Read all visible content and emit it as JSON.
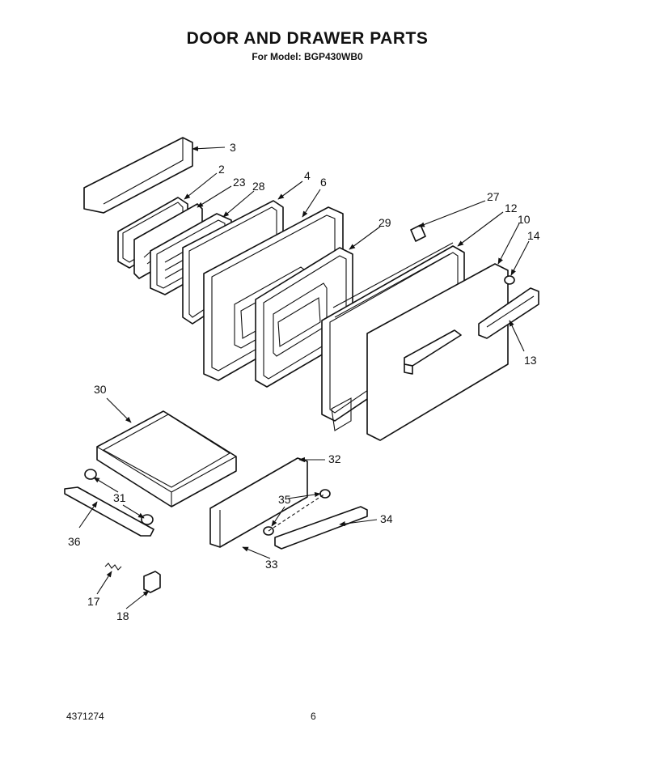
{
  "header": {
    "title": "DOOR AND DRAWER PARTS",
    "subtitle": "For Model: BGP430WB0"
  },
  "footer": {
    "doc_number": "4371274",
    "page": "6"
  },
  "callouts": [
    "3",
    "2",
    "23",
    "28",
    "4",
    "6",
    "27",
    "12",
    "10",
    "14",
    "29",
    "13",
    "30",
    "32",
    "31",
    "35",
    "34",
    "36",
    "33",
    "17",
    "18"
  ]
}
